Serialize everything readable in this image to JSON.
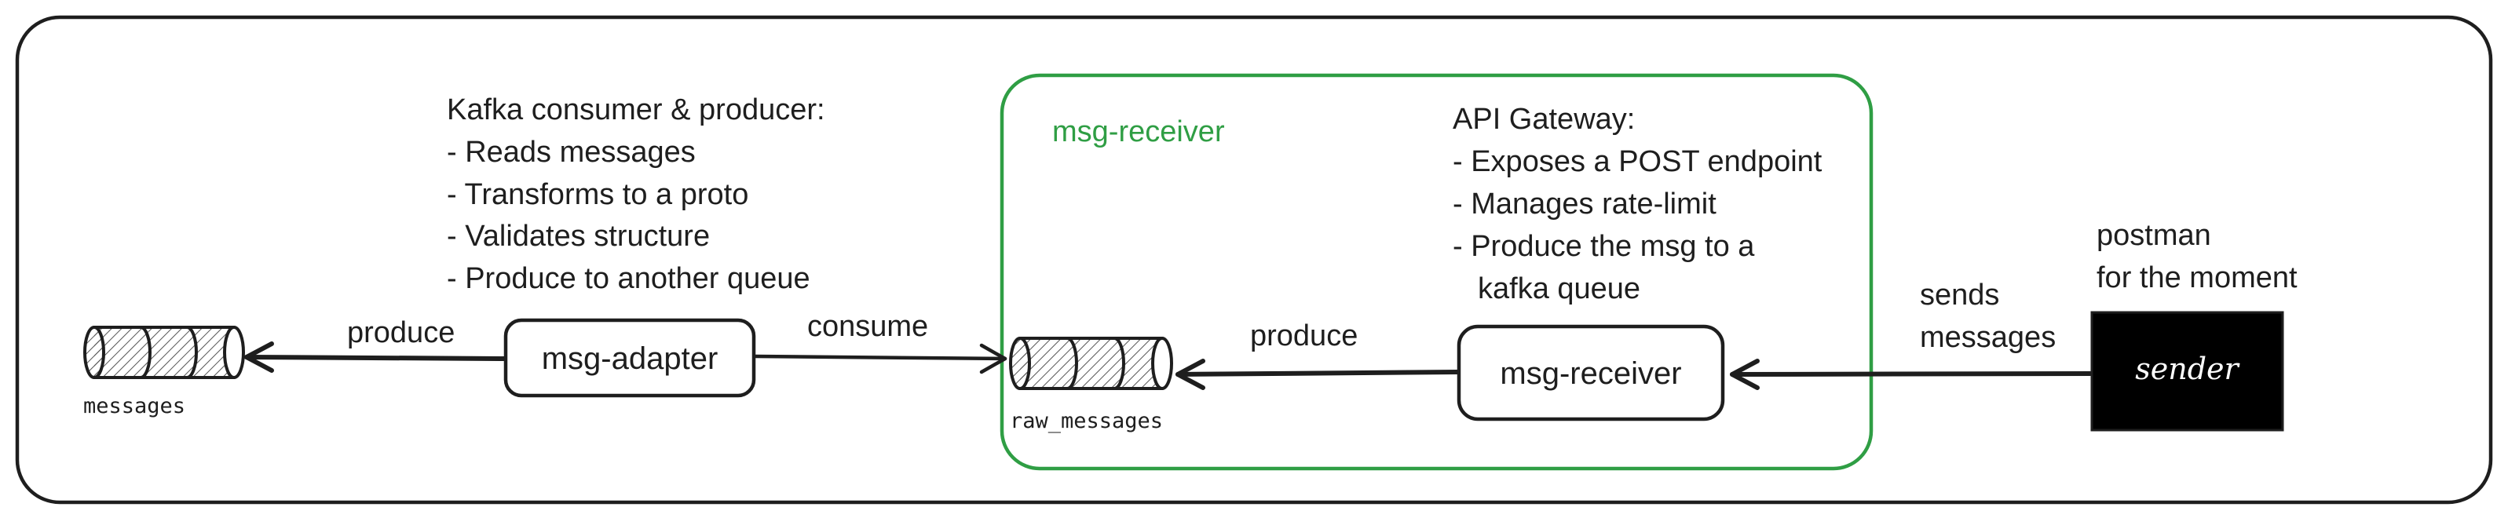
{
  "colors": {
    "stroke": "#1e1e1e",
    "group": "#2f9e44",
    "sender_bg": "#000000",
    "background": "#ffffff"
  },
  "notes": {
    "adapter": [
      "Kafka consumer & producer:",
      "- Reads messages",
      "- Transforms to a proto",
      "- Validates structure",
      "- Produce to another queue"
    ],
    "gateway": [
      "API Gateway:",
      "- Exposes a POST endpoint",
      "- Manages rate-limit",
      "- Produce the msg to a",
      "kafka queue"
    ],
    "postman": [
      "postman",
      "for the moment"
    ]
  },
  "group": {
    "title": "msg-receiver"
  },
  "nodes": {
    "adapter": "msg-adapter",
    "receiver": "msg-receiver",
    "sender": "sender"
  },
  "queues": {
    "messages": "messages",
    "raw_messages": "raw_messages"
  },
  "edges": {
    "adapter_to_messages": "produce",
    "adapter_to_raw": "consume",
    "receiver_to_raw": "produce",
    "sender_to_receiver": [
      "sends",
      "messages"
    ]
  }
}
